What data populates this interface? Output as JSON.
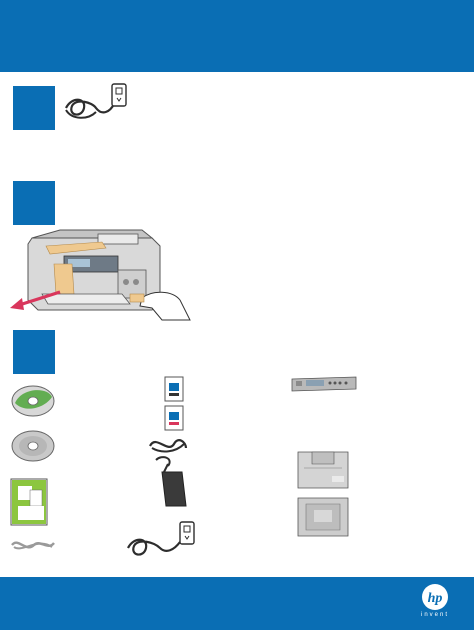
{
  "brand": {
    "logo_text": "hp",
    "tagline": "invent",
    "band_color": "#0a6eb4"
  },
  "steps": [
    {
      "id": 1,
      "content": "phone-cord-illustration"
    },
    {
      "id": 2,
      "content": "remove-packing-tape-illustration"
    },
    {
      "id": 3,
      "content": "package-contents-illustration"
    }
  ],
  "contents_icons": [
    "cd-green-icon",
    "cd-gray-icon",
    "setup-poster-icon",
    "usb-cable-icon",
    "ink-cartridge-black-icon",
    "ink-cartridge-color-icon",
    "power-cord-icon",
    "power-supply-icon",
    "phone-cord-icon",
    "control-panel-overlay-icon",
    "adf-input-tray-icon",
    "output-tray-icon"
  ]
}
